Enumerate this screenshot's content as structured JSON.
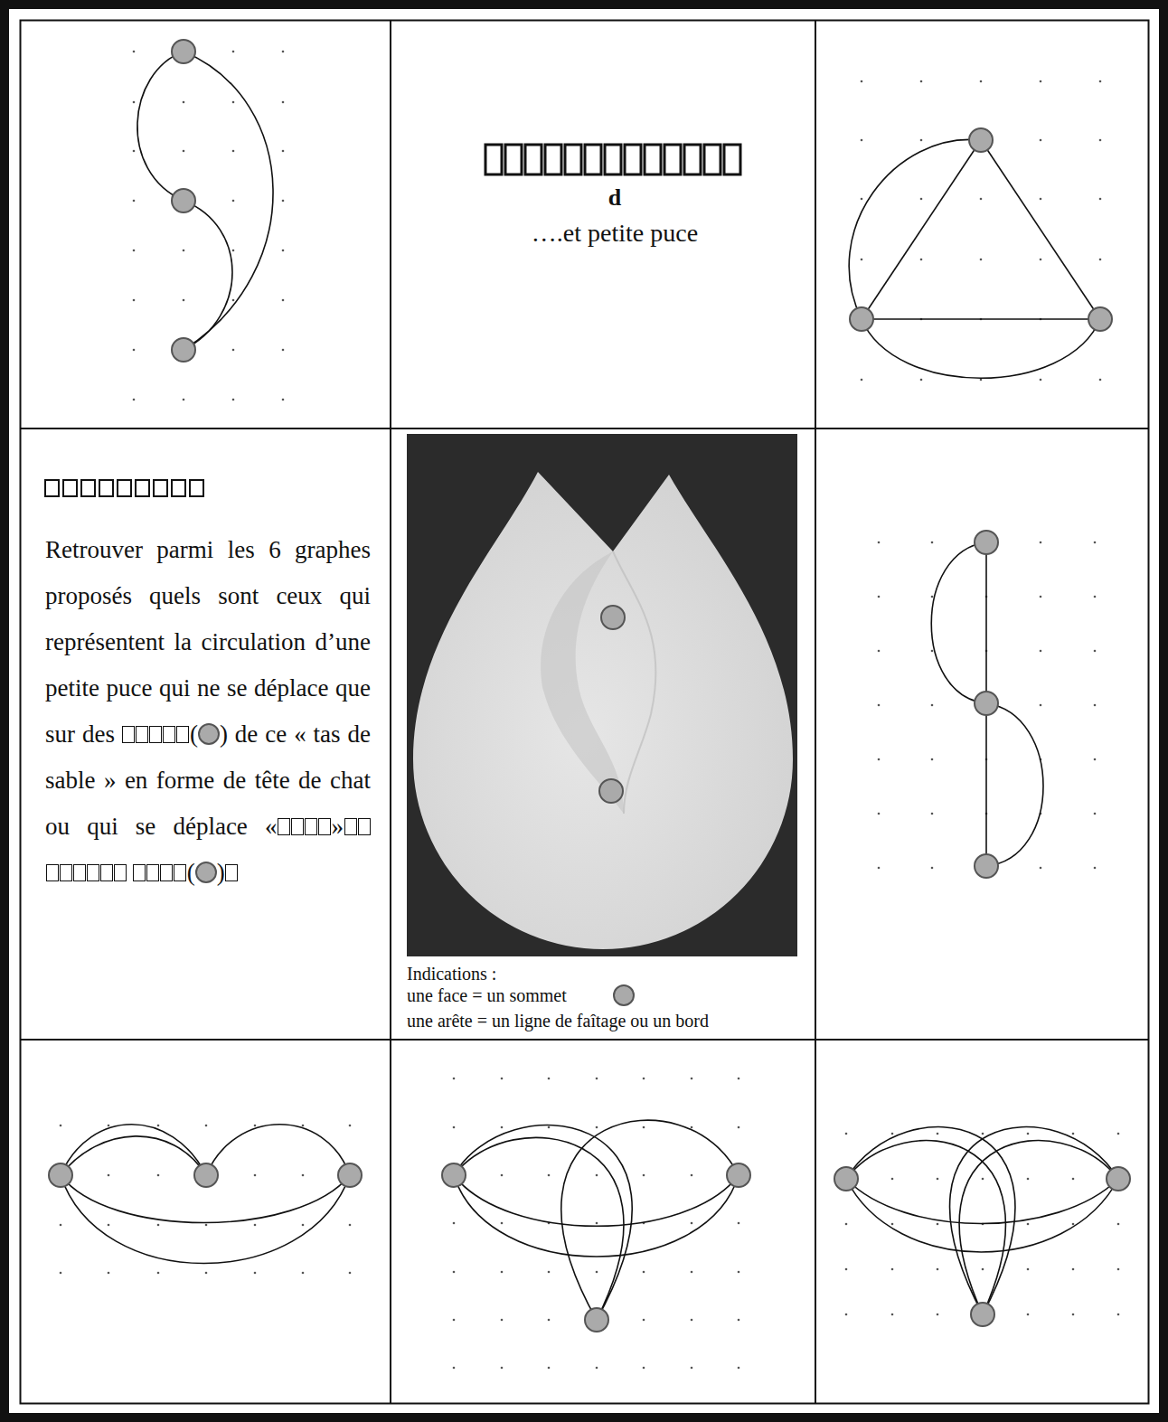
{
  "diagram": {
    "labels": [
      "d",
      "….et petite puce",
      "Retrouver parmi les 6 graphes proposés quels sont ceux qui représentent la circulation d’une petite puce qui ne se déplace que sur des",
      "(",
      ") de ce « tas de sable » en forme de tête de chat ou qui se déplace",
      "«",
      "»",
      "(",
      ")",
      "Indications :",
      "une face = un sommet",
      "une arête = un ligne de faîtage ou un bord"
    ]
  }
}
